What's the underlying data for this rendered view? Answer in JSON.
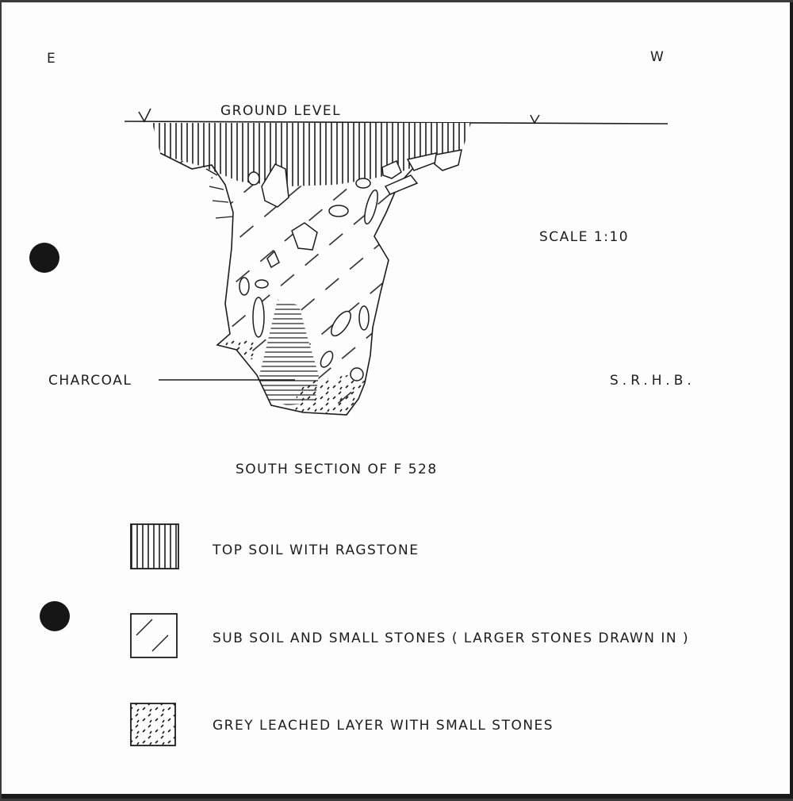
{
  "orientation": {
    "east": "E",
    "west": "W"
  },
  "section": {
    "ground_label": "GROUND LEVEL",
    "charcoal_label": "CHARCOAL",
    "scale": "SCALE 1:10",
    "initials": "S.R.H.B.",
    "title": "SOUTH SECTION OF F 528"
  },
  "legend": [
    {
      "pattern": "vertical-hatch",
      "label": "TOP SOIL WITH RAGSTONE"
    },
    {
      "pattern": "diagonal-hatch",
      "label": "SUB SOIL AND SMALL STONES ( LARGER STONES DRAWN IN )"
    },
    {
      "pattern": "dot-stipple",
      "label": "GREY LEACHED LAYER WITH SMALL STONES"
    }
  ],
  "colors": {
    "ink": "#1c1c1c",
    "paper": "#fdfdfd",
    "frame": "#1a1a1a"
  }
}
